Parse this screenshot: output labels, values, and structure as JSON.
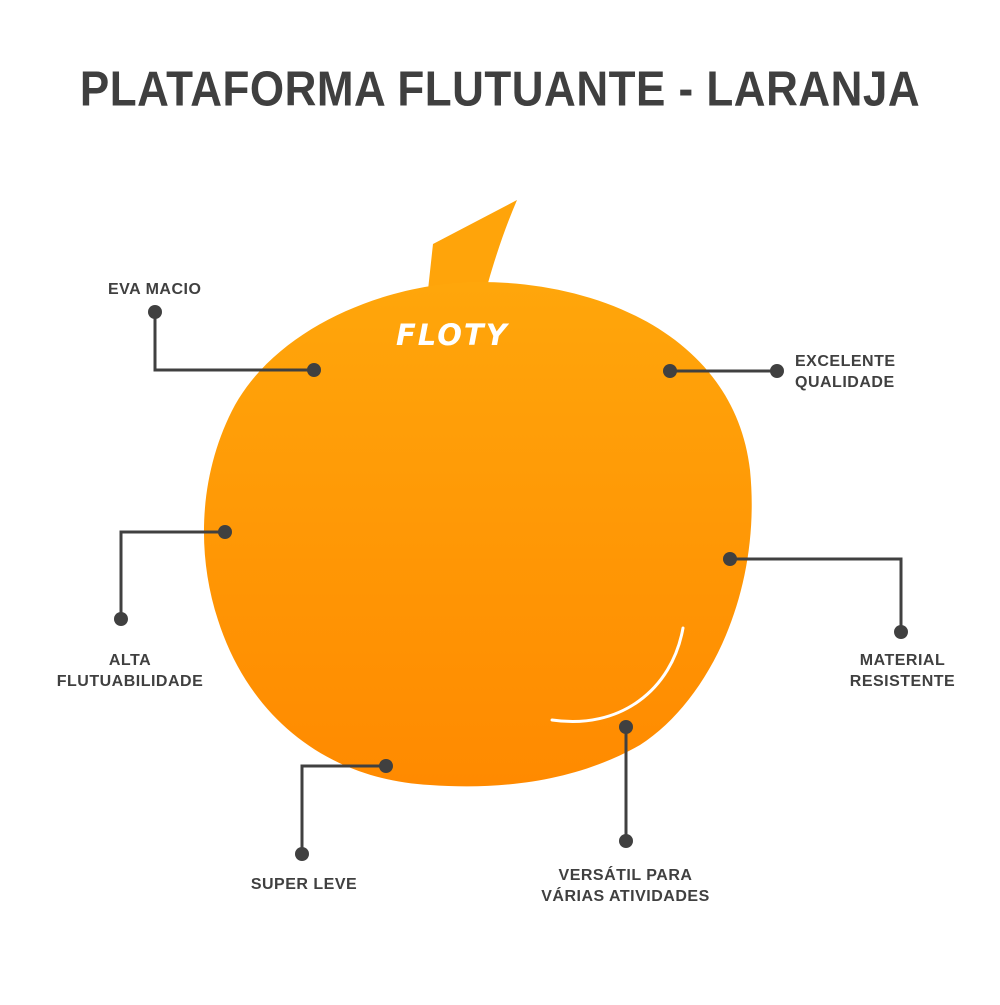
{
  "title": "PLATAFORMA FLUTUANTE - LARANJA",
  "product": {
    "brand": "FLOTY",
    "color_name": "laranja",
    "colors": {
      "orange_top": "#ffa50a",
      "orange_bottom": "#ff8a00",
      "callout": "#404040",
      "title": "#3f3f3f"
    }
  },
  "features": {
    "eva": {
      "lines": [
        "EVA MACIO"
      ]
    },
    "quality": {
      "lines": [
        "EXCELENTE",
        "QUALIDADE"
      ]
    },
    "flotation": {
      "lines": [
        "ALTA",
        "FLUTUABILIDADE"
      ]
    },
    "resistant": {
      "lines": [
        "MATERIAL",
        "RESISTENTE"
      ]
    },
    "light": {
      "lines": [
        "SUPER LEVE"
      ]
    },
    "versatile": {
      "lines": [
        "VERSÁTIL PARA",
        "VÁRIAS ATIVIDADES"
      ]
    }
  }
}
